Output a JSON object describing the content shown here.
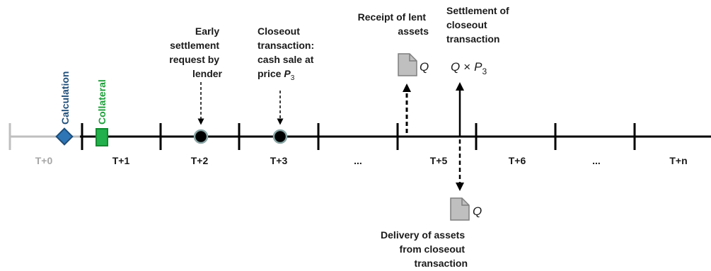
{
  "colors": {
    "axis": "#000000",
    "axis_muted": "#bfbfbf",
    "calculation": "#1f4e79",
    "calculation_fill": "#2e75b6",
    "collateral": "#1e9e3a",
    "collateral_fill": "#21b04b",
    "event_dot": "#000000",
    "event_ring": "#8aa6a6",
    "doc_fill": "#bfbfbf",
    "doc_stroke": "#7f7f7f"
  },
  "markers": {
    "calculation": {
      "label": "Calculation",
      "icon": "diamond-icon"
    },
    "collateral": {
      "label": "Collateral",
      "icon": "square-icon"
    }
  },
  "periods": {
    "t0": "T+0",
    "t1": "T+1",
    "t2": "T+2",
    "t3": "T+3",
    "ellipsis1": "...",
    "t5": "T+5",
    "t6": "T+6",
    "ellipsis2": "...",
    "tn": "T+n"
  },
  "events": {
    "early_settlement": {
      "lines": [
        "Early",
        "settlement",
        "request by",
        "lender"
      ]
    },
    "closeout": {
      "lines": [
        "Closeout",
        "transaction:",
        "cash sale at"
      ],
      "price_prefix": "price ",
      "price_symbol": "P",
      "price_subscript": "3"
    },
    "receipt": {
      "lines": [
        "Receipt of lent",
        "assets"
      ],
      "doc_label": "Q",
      "icon": "document-icon"
    },
    "settlement": {
      "lines": [
        "Settlement of",
        "closeout",
        "transaction"
      ],
      "formula_q": "Q",
      "formula_times": "×",
      "formula_p": "P",
      "formula_sub": "3"
    },
    "delivery": {
      "lines": [
        "Delivery of assets",
        "from closeout",
        "transaction"
      ],
      "doc_label": "Q",
      "icon": "document-icon"
    }
  }
}
